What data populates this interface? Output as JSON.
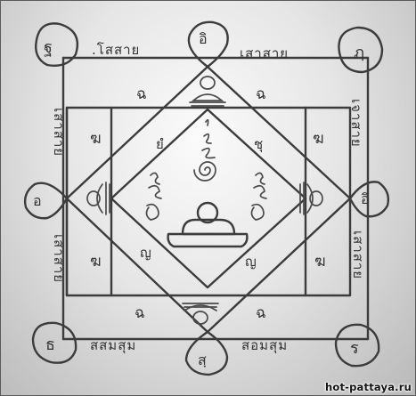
{
  "image": {
    "description_kind": "thai-sak-yant-yantra-diagram",
    "ink_color": "#3c3c3c",
    "paper_color": "#e6e6e6",
    "frame_color": "#3a3a3a"
  },
  "watermark": {
    "text": "hot-pattaya.ru"
  },
  "icons": {
    "yantra": "sak-yant-diagram",
    "buddha_figures": "seated-buddha-icon",
    "spiral": "unalom-spiral-icon"
  }
}
